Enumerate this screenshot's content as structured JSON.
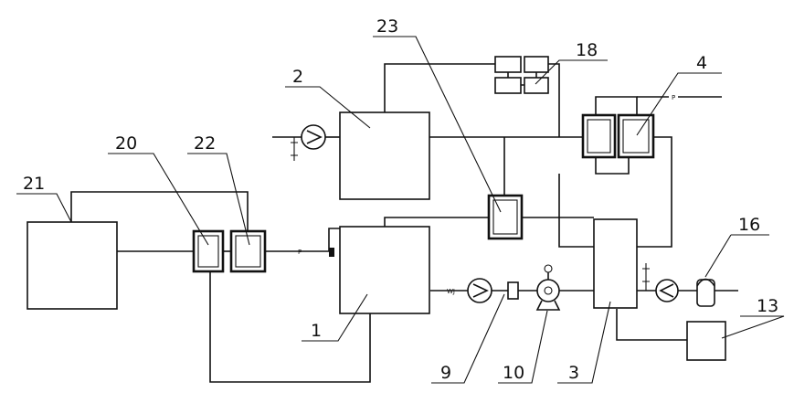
{
  "labels": {
    "l1": "1",
    "l2": "2",
    "l3": "3",
    "l4": "4",
    "l9": "9",
    "l10": "10",
    "l13": "13",
    "l16": "16",
    "l18": "18",
    "l20": "20",
    "l21": "21",
    "l22": "22",
    "l23": "23"
  },
  "tags": {
    "p_left": "P",
    "p_right": "P",
    "wj": "WJ"
  }
}
